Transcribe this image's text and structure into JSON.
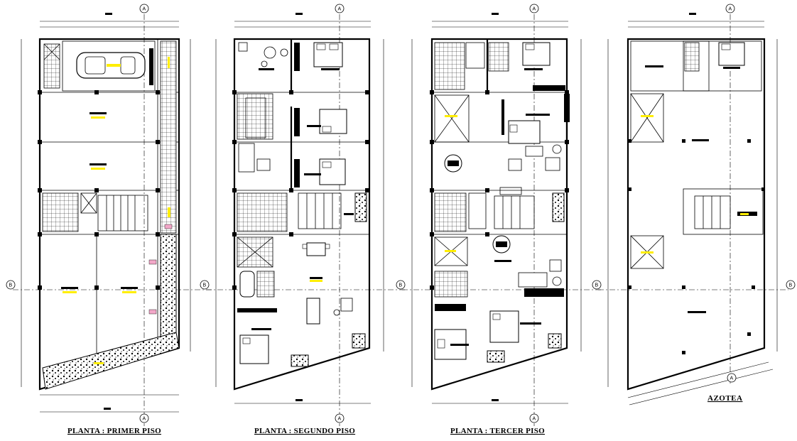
{
  "drawing": {
    "plans": [
      {
        "id": "primer-piso",
        "title": "PLANTA : PRIMER PISO"
      },
      {
        "id": "segundo-piso",
        "title": "PLANTA : SEGUNDO PISO"
      },
      {
        "id": "tercer-piso",
        "title": "PLANTA : TERCER PISO"
      },
      {
        "id": "azotea",
        "title": "AZOTEA"
      }
    ],
    "axis_labels": {
      "a": "A",
      "b": "B"
    }
  },
  "colors": {
    "line": "#000000",
    "label_highlight": "#ffee00",
    "marker": "#f2a7c8",
    "background": "#ffffff"
  }
}
